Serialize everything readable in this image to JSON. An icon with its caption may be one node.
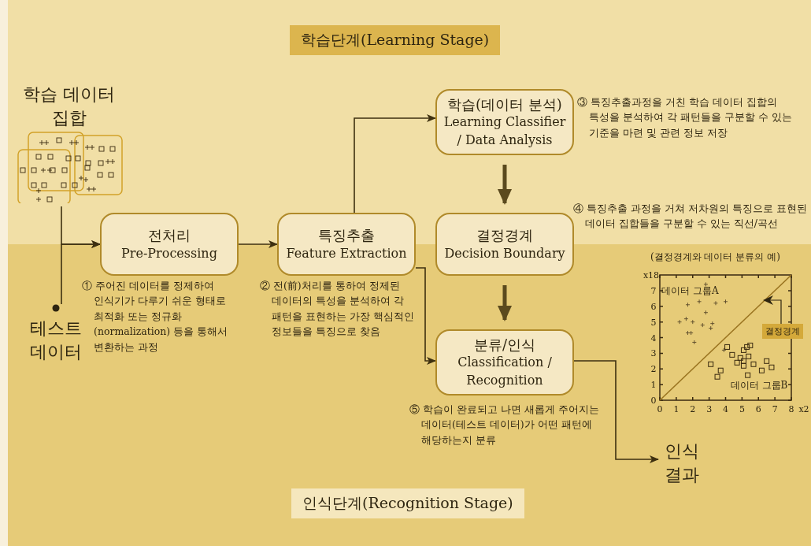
{
  "diagram": {
    "nodes": [
      {
        "text": [
          "학습 데이터 집합"
        ]
      },
      {
        "text": [
          "테스트 데이터"
        ]
      },
      {
        "text": [
          "전처리",
          "Pre-Processing"
        ],
        "beside": [
          "① 주어진 데이터를 정제하여 인식기가 다루기 쉬운 형태로 최적화 또는 정규화 (normalization) 등을 통해서 변환하는 과정"
        ]
      },
      {
        "text": [
          "특징추출",
          "Feature Extraction"
        ],
        "beside": [
          "② 전(前)처리를 통하여 정제된 데이터의 특성을 분석하여 각 패턴을 표현하는 가장 핵심적인 정보들을 특징으로 찾음"
        ]
      },
      {
        "text": [
          "학습(데이터 분석)",
          "Learning Classifier / Data Analysis"
        ],
        "beside": [
          "③ 특징추출과정을 거친 학습 데이터 집합의 특성을 분석하여 각 패턴들을 구분할 수 있는 기준을 마련 및 관련 정보 저장"
        ]
      },
      {
        "text": [
          "결정경계",
          "Decision Boundary"
        ],
        "beside": [
          "④ 특징추출 과정을 거쳐 저차원의 특징으로 표현된 데이터 집합들을 구분할 수 있는 직선/곡선"
        ]
      },
      {
        "text": [
          "분류/인식",
          "Classification / Recognition"
        ],
        "beside": [
          "⑤ 학습이 완료되고 나면 새롭게 주어지는 데이터(테스트 데이터)가 어떤 패턴에 해당하는지 분류"
        ]
      },
      {
        "text": [
          "인식 결과"
        ]
      }
    ],
    "edges": [
      {
        "from": 0,
        "to": 2,
        "arrow": "to"
      },
      {
        "from": 1,
        "to": 2,
        "arrow": "to"
      },
      {
        "from": 2,
        "to": 3,
        "arrow": "to"
      },
      {
        "from": 3,
        "to": 4,
        "arrow": "to"
      },
      {
        "from": 3,
        "to": 6,
        "arrow": "to"
      },
      {
        "from": 4,
        "to": 5,
        "arrow": "to",
        "style": "thick"
      },
      {
        "from": 5,
        "to": 6,
        "arrow": "to",
        "style": "thick"
      },
      {
        "from": 6,
        "to": 7,
        "arrow": "to"
      }
    ],
    "labels": [
      "학습단계(Learning Stage)",
      "인식단계(Recognition Stage)"
    ],
    "chart_data": {
      "type": "scatter",
      "title": "(결정경계와 데이터 분류의 예)",
      "xlabel": "x2",
      "ylabel": "x18",
      "xlim": [
        0,
        8
      ],
      "ylim": [
        0,
        8
      ],
      "xticks": [
        0,
        1,
        2,
        3,
        4,
        5,
        6,
        7,
        8
      ],
      "yticks": [
        0,
        1,
        2,
        3,
        4,
        5,
        6,
        7
      ],
      "series": [
        {
          "color": "#5a4a2a",
          "marker": "cross",
          "x": [
            1.2,
            1.6,
            2,
            1.7,
            1.9,
            2.1,
            1.7,
            2.4,
            2.8,
            2.8,
            2.6,
            3.1,
            3.2,
            3.4,
            4,
            3.9
          ],
          "values": [
            5,
            5.2,
            5,
            4.3,
            4.3,
            3.7,
            6.1,
            6.3,
            7.4,
            5.6,
            4.8,
            4.6,
            4.9,
            6.2,
            6.3,
            3.2
          ]
        },
        {
          "color": "#3a2a10",
          "marker": "square",
          "x": [
            3.1,
            3.5,
            3.7,
            4.1,
            4.4,
            4.7,
            4.9,
            5.1,
            5.1,
            5.1,
            5.3,
            5.4,
            5.5,
            5.7,
            5.35,
            6.2,
            6.5,
            6.8
          ],
          "values": [
            2.3,
            1.5,
            1.9,
            3.4,
            2.9,
            2.4,
            2.7,
            2.5,
            2.2,
            3.2,
            3.4,
            2.8,
            3.5,
            2.3,
            1.6,
            1.9,
            2.5,
            2.1
          ]
        },
        {
          "color": "#9a7420",
          "type": "line",
          "marker": "none",
          "x": [
            0,
            8
          ],
          "values": [
            0,
            8
          ]
        }
      ],
      "annotations": [
        "데이터 그룹A",
        "데이터 그룹B",
        "결정경계"
      ]
    }
  }
}
